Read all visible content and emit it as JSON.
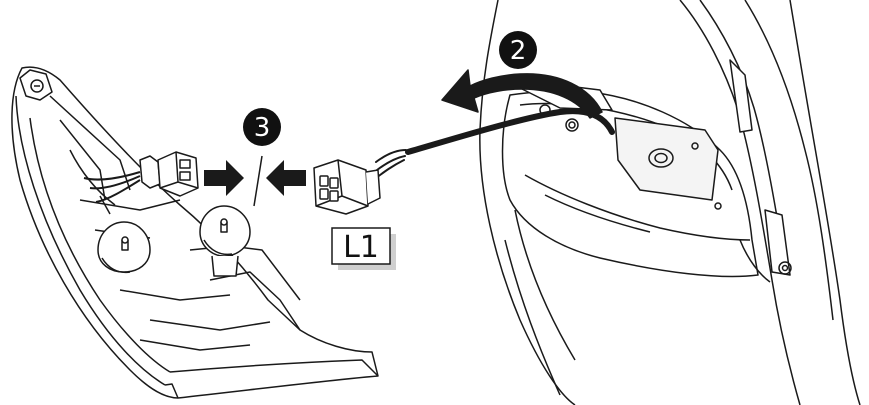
{
  "figure": {
    "steps": [
      {
        "number": "2",
        "action": "pull-harness-out",
        "arrow": "curved-left"
      },
      {
        "number": "3",
        "action": "disconnect-connector",
        "arrow": "opposing-straight"
      }
    ],
    "callouts": [
      {
        "label": "L1",
        "target": "harness-connector"
      }
    ],
    "colors": {
      "line": "#1a1a1a",
      "fill": "#ffffff",
      "shade": "#cfcfcf",
      "badge": "#111111"
    }
  }
}
